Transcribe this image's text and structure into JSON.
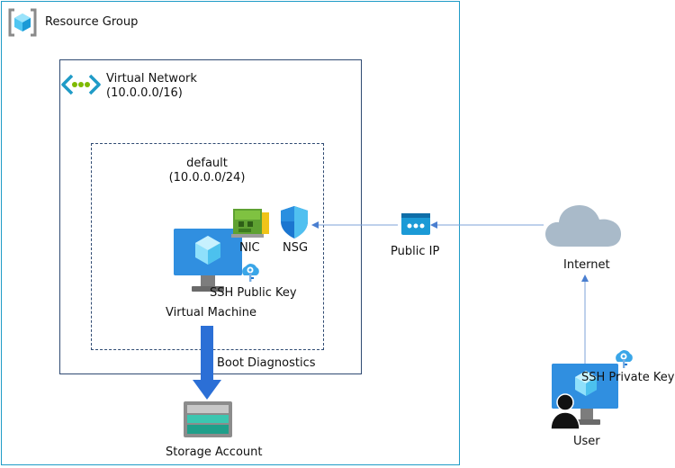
{
  "resource_group": {
    "label": "Resource Group"
  },
  "virtual_network": {
    "name": "Virtual Network",
    "cidr": "(10.0.0.0/16)"
  },
  "subnet": {
    "name": "default",
    "cidr": "(10.0.0.0/24)"
  },
  "nic": {
    "label": "NIC"
  },
  "nsg": {
    "label": "NSG"
  },
  "vm": {
    "label": "Virtual Machine",
    "key_label": "SSH Public Key"
  },
  "public_ip": {
    "label": "Public IP"
  },
  "internet": {
    "label": "Internet"
  },
  "user": {
    "label": "User",
    "key_label": "SSH Private Key"
  },
  "boot_diagnostics": {
    "label": "Boot Diagnostics"
  },
  "storage": {
    "label": "Storage Account"
  },
  "colors": {
    "azure_blue": "#1f9bc7",
    "network_border": "#2f4a72",
    "arrow_blue": "#2b6fd6",
    "connector": "#7da3d9"
  }
}
